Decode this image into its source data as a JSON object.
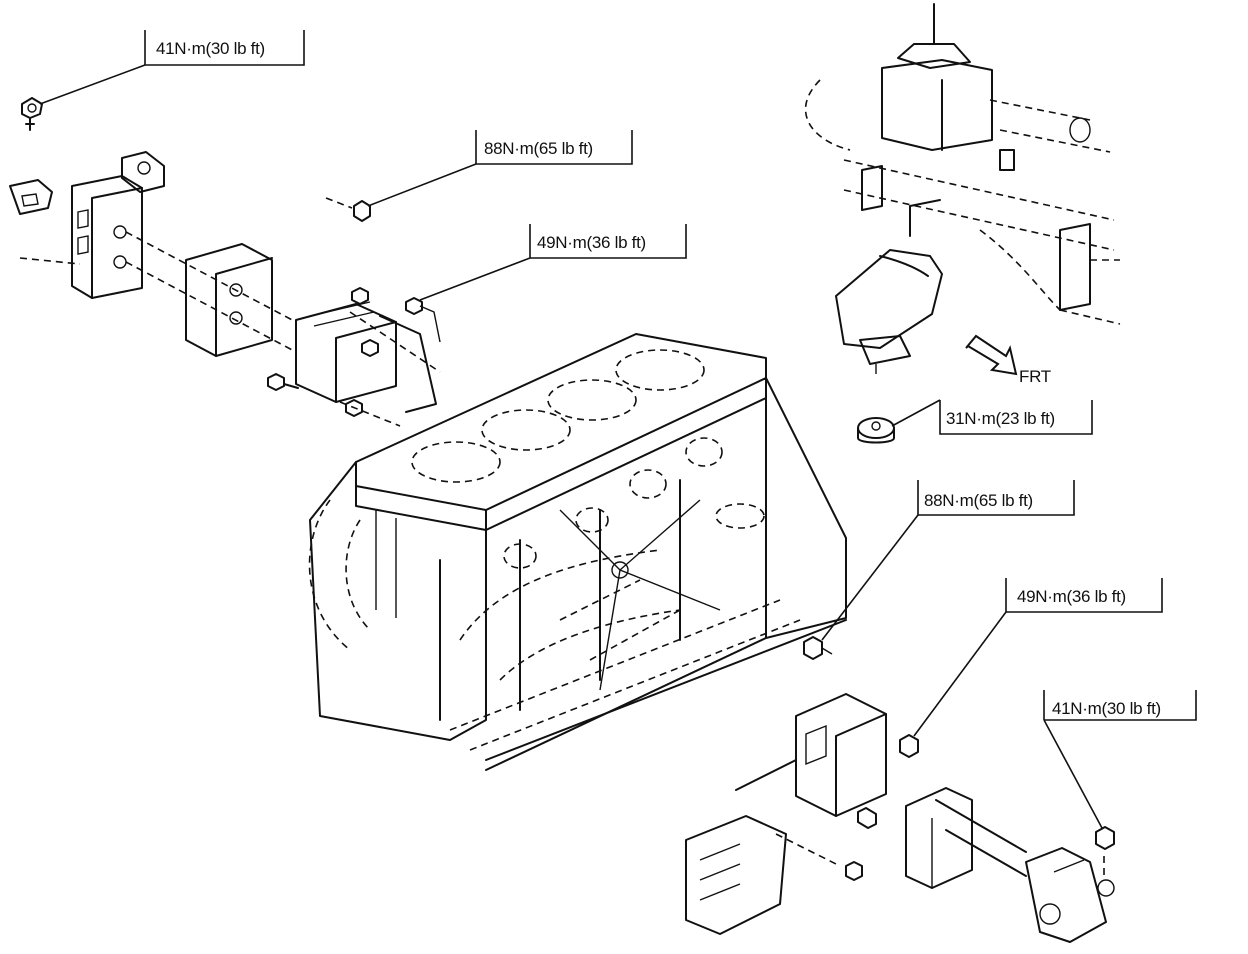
{
  "torque_labels": [
    {
      "id": "t1",
      "text": "41N·m(30 lb ft)"
    },
    {
      "id": "t2",
      "text": "88N·m(65 lb ft)"
    },
    {
      "id": "t3",
      "text": "49N·m(36 lb ft)"
    },
    {
      "id": "t4",
      "text": "31N·m(23 lb ft)"
    },
    {
      "id": "t5",
      "text": "88N·m(65 lb ft)"
    },
    {
      "id": "t6",
      "text": "49N·m(36 lb ft)"
    },
    {
      "id": "t7",
      "text": "41N·m(30 lb ft)"
    }
  ],
  "direction_label": "FRT"
}
